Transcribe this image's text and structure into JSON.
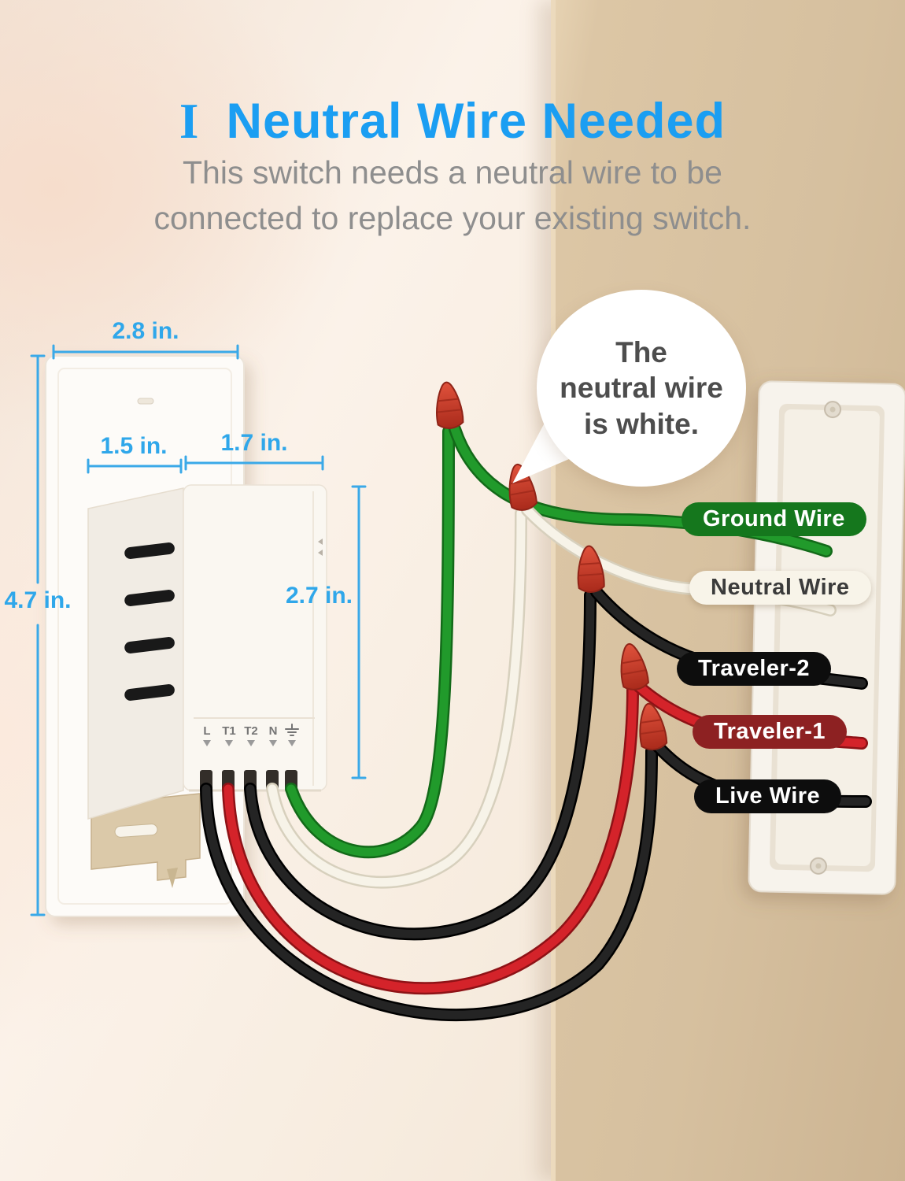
{
  "title": {
    "marker": "I",
    "text": "Neutral Wire Needed"
  },
  "subtitle": {
    "line1": "This switch needs a neutral wire to be",
    "line2": "connected to replace your existing switch."
  },
  "speech_bubble": {
    "line1": "The",
    "line2": "neutral wire",
    "line3": "is white."
  },
  "dimensions": {
    "plate_width": "2.8 in.",
    "plate_height": "4.7 in.",
    "module_side_width": "1.5 in.",
    "module_front_width": "1.7 in.",
    "module_front_height": "2.7 in."
  },
  "terminals": {
    "l": "L",
    "t1": "T1",
    "t2": "T2",
    "n": "N"
  },
  "wire_labels": {
    "ground": {
      "label": "Ground Wire",
      "bg": "#15771d",
      "text_color": "#ffffff"
    },
    "neutral": {
      "label": "Neutral Wire",
      "bg": "#f8f4e9",
      "text_color": "#3b3b3b"
    },
    "traveler2": {
      "label": "Traveler-2",
      "bg": "#0d0d0d",
      "text_color": "#ffffff"
    },
    "traveler1": {
      "label": "Traveler-1",
      "bg": "#8d2122",
      "text_color": "#ffffff"
    },
    "live": {
      "label": "Live Wire",
      "bg": "#0d0d0d",
      "text_color": "#ffffff"
    }
  },
  "colors": {
    "title_blue": "#1b9ef2",
    "dimension_blue": "#2fa7ea",
    "wall_tan": "#d6c09f",
    "wire_green": "#219a2b",
    "wire_white": "#f7f3e8",
    "wire_black": "#1a1a1a",
    "wire_red": "#d4232a",
    "wire_nut_red": "#c63a28"
  }
}
